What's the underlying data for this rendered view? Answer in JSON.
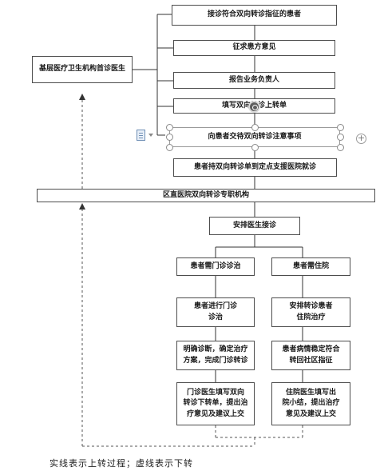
{
  "nodes": {
    "n1": "接诊符合双向转诊指征的患者",
    "n2": "征求患方意见",
    "n3": "报告业务负责人",
    "n4": "填写双向转诊上转单",
    "n5": "向患者交待双向转诊注意事项",
    "n6": "患者持双向转诊单到定点支援医院就诊",
    "n7": "区直医院双向转诊专职机构",
    "n8": "安排医生接诊",
    "n9": "患者需门诊诊治",
    "n10": "患者需住院",
    "n11": "患者进行门诊\n诊治",
    "n12": "安排转诊患者\n住院治疗",
    "n13": "明确诊断，确定治疗\n方案，完成门诊转诊",
    "n14": "患者病情稳定符合\n转回社区指征",
    "n15": "门诊医生填写双向\n转诊下转单，提出治\n疗意见及建议上交",
    "n16": "住院医生填写出\n院小结，提出治疗\n意见及建议上交",
    "left": "基层医疗卫生机构首诊医生"
  },
  "caption": "实线表示上转过程；虚线表示下转",
  "plus_symbol": "+"
}
